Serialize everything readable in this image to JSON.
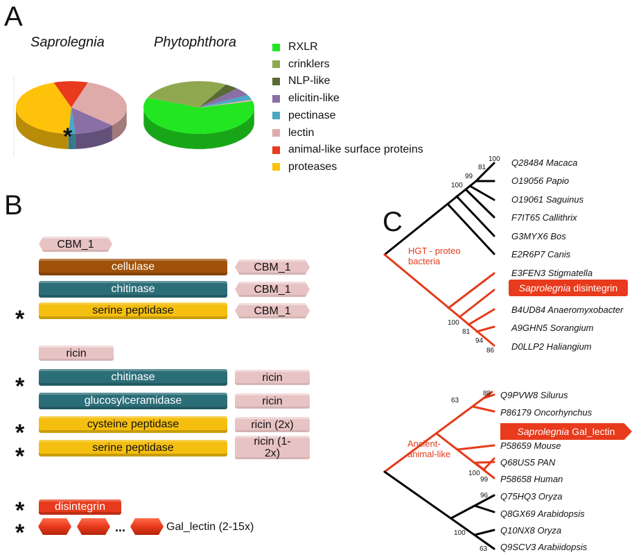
{
  "panels": {
    "a": "A",
    "b": "B",
    "c": "C"
  },
  "pie_titles": {
    "saprolegnia": "Saprolegnia",
    "phytophthora": "Phytophthora"
  },
  "legend": [
    {
      "label": "RXLR",
      "color": "#22e622"
    },
    {
      "label": "crinklers",
      "color": "#8fa84f"
    },
    {
      "label": "NLP-like",
      "color": "#5a6a35"
    },
    {
      "label": "elicitin-like",
      "color": "#8a6fa6"
    },
    {
      "label": "pectinase",
      "color": "#4aa8c4"
    },
    {
      "label": "lectin",
      "color": "#dfaaaa"
    },
    {
      "label": "animal-like surface proteins",
      "color": "#e83a1c"
    },
    {
      "label": "proteases",
      "color": "#ffc20a"
    }
  ],
  "chart_data": [
    {
      "type": "pie",
      "title": "Saprolegnia",
      "categories": [
        "proteases",
        "animal-like surface proteins",
        "lectin",
        "elicitin-like",
        "pectinase"
      ],
      "values": [
        44,
        10,
        32,
        12,
        2
      ],
      "colors": [
        "#ffc20a",
        "#e83a1c",
        "#dfaaaa",
        "#8a6fa6",
        "#4aa8c4"
      ],
      "annotation": "*"
    },
    {
      "type": "pie",
      "title": "Phytophthora",
      "categories": [
        "RXLR",
        "crinklers",
        "NLP-like",
        "elicitin-like",
        "pectinase",
        "lectin"
      ],
      "values": [
        60,
        27,
        4,
        5,
        3,
        1
      ],
      "colors": [
        "#22e622",
        "#8fa84f",
        "#5a6a35",
        "#8a6fa6",
        "#4aa8c4",
        "#dfaaaa"
      ]
    }
  ],
  "domains": {
    "cbm_alone": "CBM_1",
    "cellulase": "cellulase",
    "chitinase": "chitinase",
    "serine_peptidase": "serine peptidase",
    "cbm": "CBM_1",
    "ricin_alone": "ricin",
    "glucosylceramidase": "glucosylceramidase",
    "cysteine_peptidase": "cysteine peptidase",
    "ricin": "ricin",
    "ricin_2x": "ricin (2x)",
    "ricin_12x": "ricin (1-2x)",
    "disintegrin": "disintegrin",
    "ellipsis": "...",
    "gal_lectin": "Gal_lectin (2-15x)",
    "star": "*"
  },
  "colors": {
    "brown": "#a0520a",
    "teal": "#2c6e78",
    "gold": "#f5bf10",
    "pink": "#e8c3c3",
    "red": "#e83a1c"
  },
  "tree1": {
    "labels": [
      "Q28484 Macaca",
      "O19056 Papio",
      "O19061 Saguinus",
      "F7IT65 Callithrix",
      "G3MYX6 Bos",
      "E2R6P7 Canis",
      "E3FEN3 Stigmatella",
      "B4UD84 Anaeromyxobacter",
      "A9GHN5 Sorangium",
      "D0LLP2 Haliangium"
    ],
    "highlight_species": "Saprolegnia",
    "highlight_name": "disintegrin",
    "hgt_label_line1": "HGT - proteo",
    "hgt_label_line2": "bacteria",
    "bootstraps": [
      "100",
      "81",
      "99",
      "100",
      "100",
      "81",
      "94",
      "86"
    ]
  },
  "tree2": {
    "labels": [
      "Q9PVW8 Silurus",
      "P86179 Oncorhynchus",
      "P58659 Mouse",
      "Q68US5 PAN",
      "P58658 Human",
      "Q75HQ3 Oryza",
      "Q8GX69  Arabidopsis",
      "Q10NX8 Oryza",
      "Q9SCV3 Arabiidopsis"
    ],
    "highlight_species": "Saprolegnia",
    "highlight_name": "Gal_lectin",
    "ancient_label_line1": "Ancient-",
    "ancient_label_line2": "animal-like",
    "bootstraps": [
      "88",
      "63",
      "100",
      "99",
      "96",
      "100",
      "63"
    ]
  }
}
